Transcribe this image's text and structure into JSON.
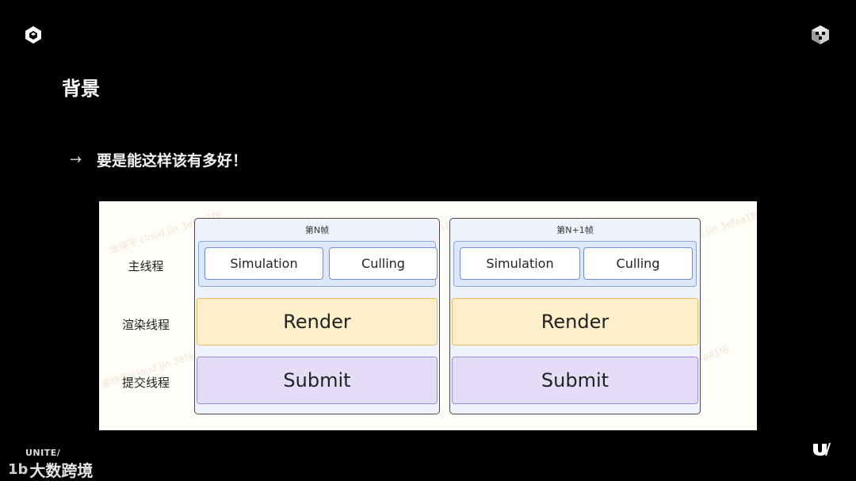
{
  "slide": {
    "title": "背景",
    "bullet": "要是能这样该有多好！",
    "bullet_arrow": "→"
  },
  "diagram": {
    "row_labels": [
      "主线程",
      "渲染线程",
      "提交线程"
    ],
    "frames": [
      {
        "title": "第N帧",
        "tasks": [
          "Simulation",
          "Culling"
        ],
        "render": "Render",
        "submit": "Submit"
      },
      {
        "title": "第N+1帧",
        "tasks": [
          "Simulation",
          "Culling"
        ],
        "render": "Render",
        "submit": "Submit"
      }
    ],
    "watermark": "金晓宇 cloud.jin 3efaa1f6"
  },
  "footer": {
    "unite": "UNITE/",
    "brand_mark": "1b",
    "brand_name": "大数跨境"
  },
  "colors": {
    "background": "#000000",
    "render_fill": "#fcefc9",
    "submit_fill": "#e5ddf7",
    "main_fill": "#dde7f8"
  }
}
